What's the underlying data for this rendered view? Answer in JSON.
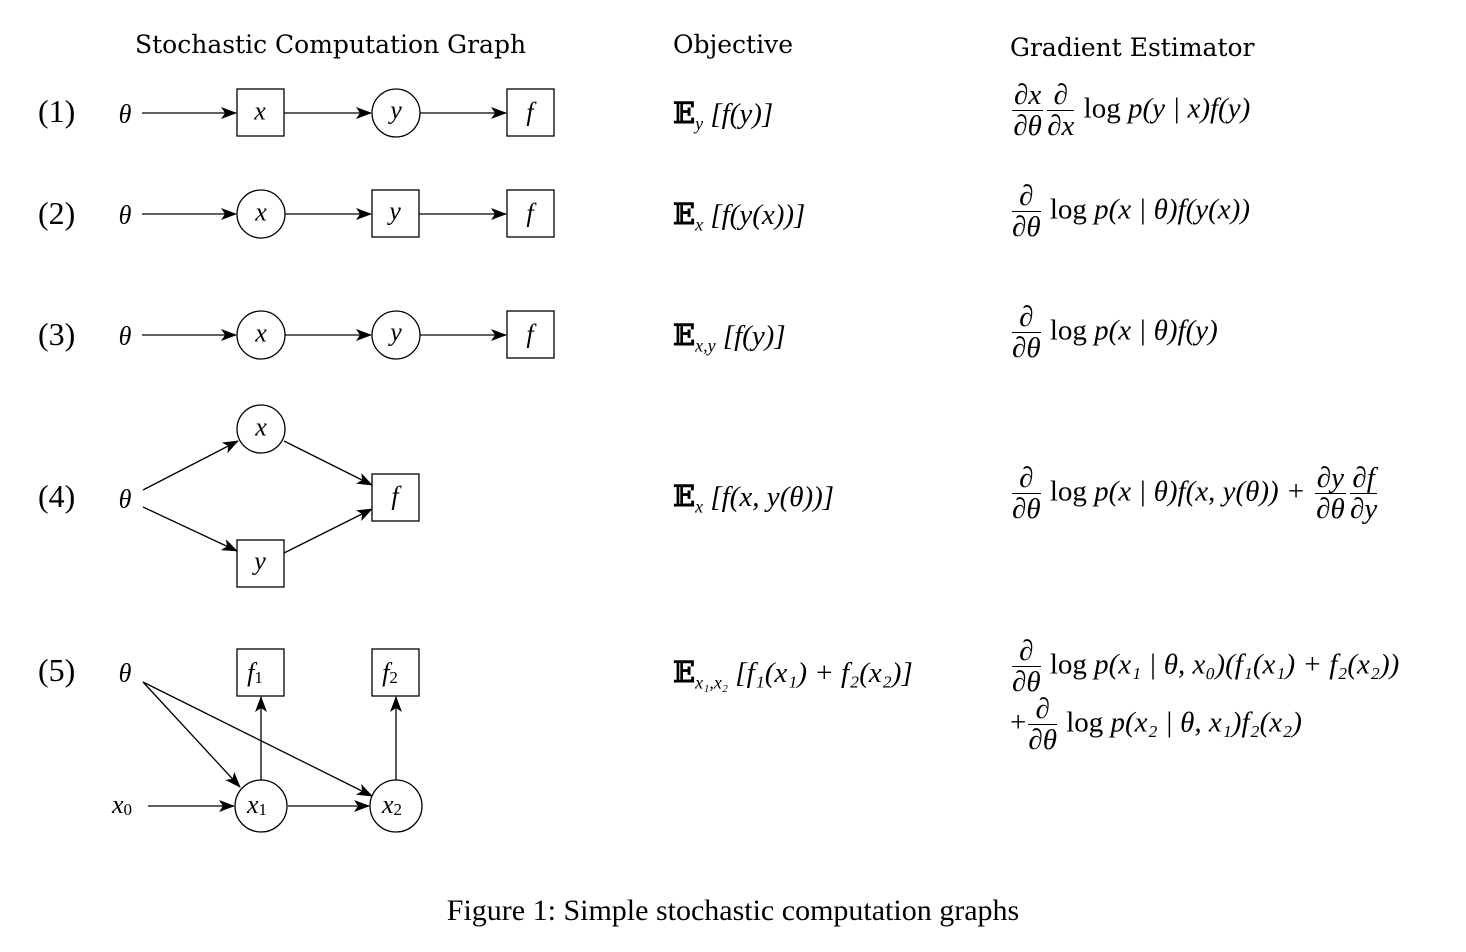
{
  "headers": {
    "graph": "Stochastic Computation Graph",
    "objective": "Objective",
    "gradient": "Gradient Estimator"
  },
  "rows": [
    {
      "label": "(1)"
    },
    {
      "label": "(2)"
    },
    {
      "label": "(3)"
    },
    {
      "label": "(4)"
    },
    {
      "label": "(5)"
    }
  ],
  "nodes": {
    "theta": "θ",
    "x": "x",
    "y": "y",
    "f": "f",
    "x0_base": "x",
    "x0_sub": "0",
    "x1_base": "x",
    "x1_sub": "1",
    "x2_base": "x",
    "x2_sub": "2",
    "f1_base": "f",
    "f1_sub": "1",
    "f2_base": "f",
    "f2_sub": "2"
  },
  "math": {
    "E": "𝔼",
    "partial": "∂",
    "dtheta": "∂θ",
    "dx": "∂x",
    "dy": "∂y",
    "df": "∂f",
    "log": "log",
    "p": "p",
    "plus": "+",
    "obj1_sub": "y",
    "obj1_body": "[f(y)]",
    "obj2_sub": "x",
    "obj2_body": "[f(y(x))]",
    "obj3_sub": "x,y",
    "obj3_body": "[f(y)]",
    "obj4_sub": "x",
    "obj4_body": "[f(x, y(θ))]",
    "obj5_sub": "x₁,x₂",
    "obj5_body": "[f₁(x₁) + f₂(x₂)]",
    "g1_tail": "p(y | x)f(y)",
    "g2_tail": "p(x | θ)f(y(x))",
    "g3_tail": "p(x | θ)f(y)",
    "g4_tail": "p(x | θ)f(x, y(θ)) +",
    "g5_line1": "p(x₁ | θ, x₀)(f₁(x₁) + f₂(x₂))",
    "g5_line2": "p(x₂ | θ, x₁)f₂(x₂)"
  },
  "caption": "Figure 1: Simple stochastic computation graphs"
}
